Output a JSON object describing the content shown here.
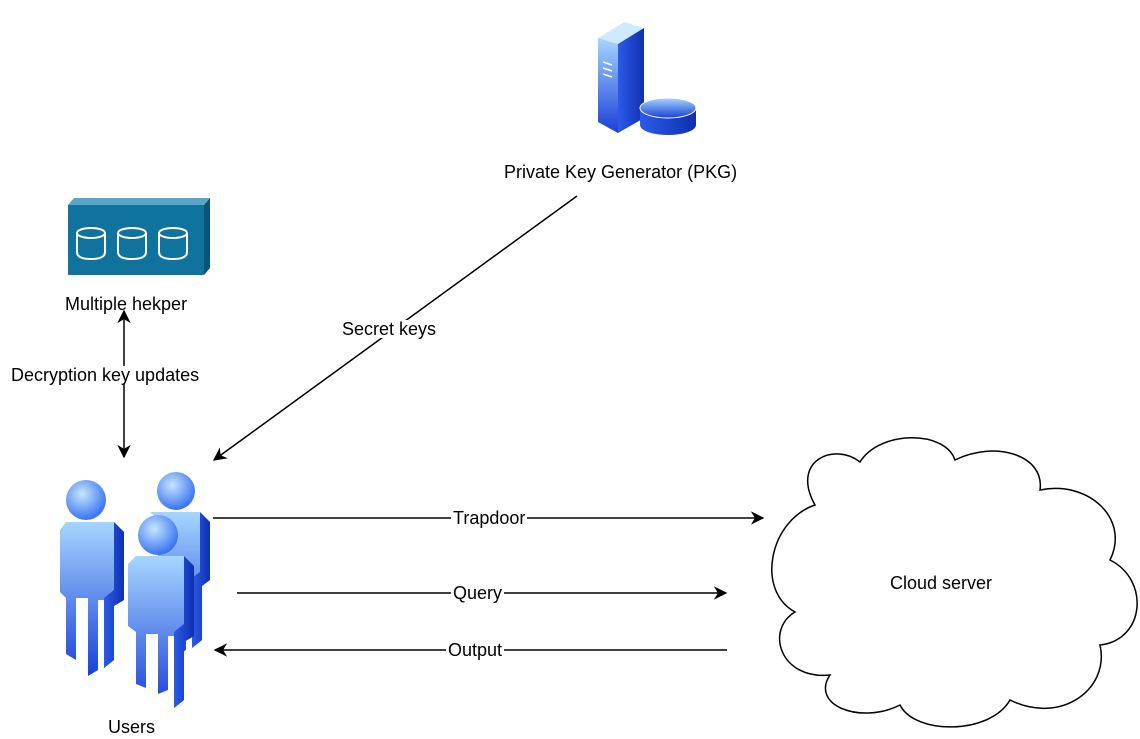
{
  "nodes": {
    "pkg": {
      "label": "Private Key Generator (PKG)",
      "icon": "server-database-icon"
    },
    "helper": {
      "label": "Multiple hekper",
      "icon": "storage-array-icon"
    },
    "users": {
      "label": "Users",
      "icon": "users-group-icon"
    },
    "cloud": {
      "label": "Cloud server",
      "icon": "cloud-icon"
    }
  },
  "edges": {
    "secret_keys": {
      "label": "Secret keys"
    },
    "decryption_updates": {
      "label": "Decryption key updates"
    },
    "trapdoor": {
      "label": "Trapdoor"
    },
    "query": {
      "label": "Query"
    },
    "output": {
      "label": "Output"
    }
  },
  "colors": {
    "helper_fill": "#10739e",
    "helper_dark": "#0b5475",
    "icon_blue_light": "#9fd0ff",
    "icon_blue_dark": "#1a3fd6",
    "line": "#000000"
  }
}
